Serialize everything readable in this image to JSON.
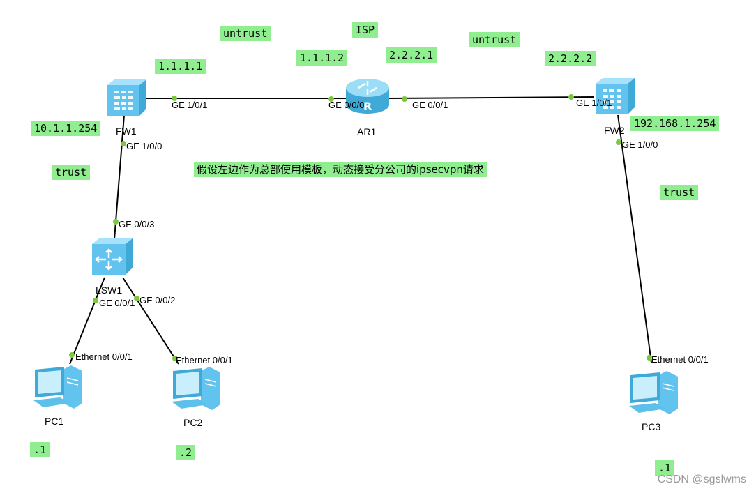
{
  "zones": {
    "left_untrust": "untrust",
    "isp": "ISP",
    "right_untrust": "untrust",
    "left_trust": "trust",
    "right_trust": "trust"
  },
  "ips": {
    "fw1_out": "1.1.1.1",
    "ar1_left": "1.1.1.2",
    "ar1_right": "2.2.2.1",
    "fw2_out": "2.2.2.2",
    "fw1_in": "10.1.1.254",
    "fw2_in": "192.168.1.254",
    "pc1": ".1",
    "pc2": ".2",
    "pc3": ".1"
  },
  "note": "假设左边作为总部使用模板，动态接受分公司的ipsecvpn请求",
  "devices": {
    "fw1": "FW1",
    "ar1": "AR1",
    "fw2": "FW2",
    "lsw1": "LSW1",
    "pc1": "PC1",
    "pc2": "PC2",
    "pc3": "PC3"
  },
  "ports": {
    "fw1_ge101": "GE 1/0/1",
    "fw1_ge100": "GE 1/0/0",
    "ar1_ge000": "GE 0/0/0",
    "ar1_ge001": "GE 0/0/1",
    "fw2_ge101": "GE 1/0/1",
    "fw2_ge100": "GE 1/0/0",
    "lsw1_ge003": "GE 0/0/3",
    "lsw1_ge001": "GE 0/0/1",
    "lsw1_ge002": "GE 0/0/2",
    "pc1_eth": "Ethernet 0/0/1",
    "pc2_eth": "Ethernet 0/0/1",
    "pc3_eth": "Ethernet 0/0/1"
  },
  "watermark": "CSDN @sgslwms",
  "colors": {
    "label_bg": "#90ee90",
    "port_dot": "#7cc83c",
    "device_blue": "#5cc0ea"
  }
}
